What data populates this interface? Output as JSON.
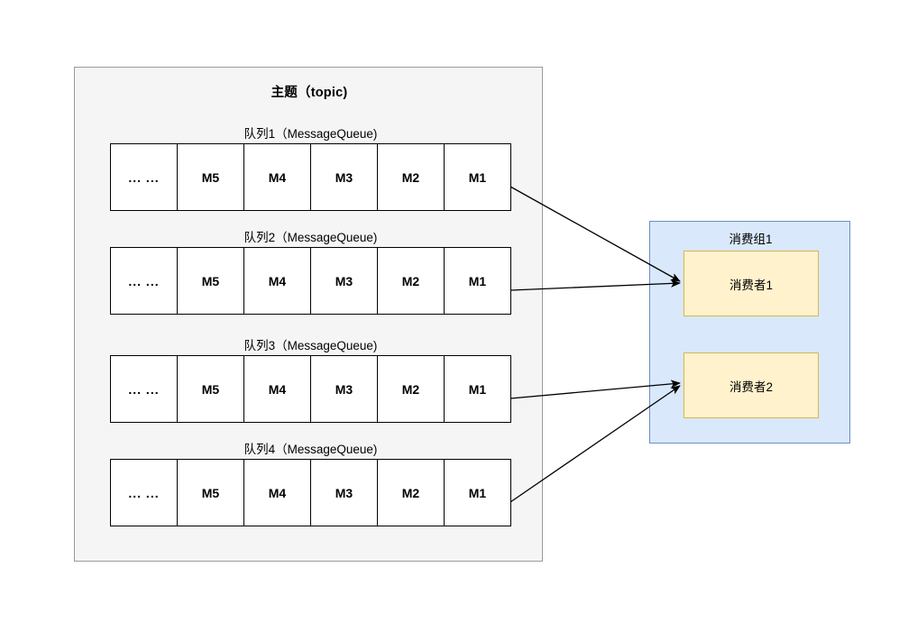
{
  "diagram": {
    "topic": {
      "title": "主题（topic)",
      "queues": [
        {
          "label": "队列1（MessageQueue)",
          "cells": [
            "... ...",
            "M5",
            "M4",
            "M3",
            "M2",
            "M1"
          ]
        },
        {
          "label": "队列2（MessageQueue)",
          "cells": [
            "... ...",
            "M5",
            "M4",
            "M3",
            "M2",
            "M1"
          ]
        },
        {
          "label": "队列3（MessageQueue)",
          "cells": [
            "... ...",
            "M5",
            "M4",
            "M3",
            "M2",
            "M1"
          ]
        },
        {
          "label": "队列4（MessageQueue)",
          "cells": [
            "... ...",
            "M5",
            "M4",
            "M3",
            "M2",
            "M1"
          ]
        }
      ]
    },
    "consumer_group": {
      "title": "消费组1",
      "consumers": [
        {
          "label": "消费者1"
        },
        {
          "label": "消费者2"
        }
      ]
    },
    "connections": [
      {
        "from": "队列1",
        "to": "消费者1"
      },
      {
        "from": "队列2",
        "to": "消费者1"
      },
      {
        "from": "队列3",
        "to": "消费者2"
      },
      {
        "from": "队列4",
        "to": "消费者2"
      }
    ],
    "colors": {
      "topic_fill": "#f5f5f5",
      "topic_border": "#9a9a9a",
      "cell_fill": "#ffffff",
      "cell_border": "#000000",
      "group_fill": "#dae8fc",
      "group_border": "#6c8ebf",
      "consumer_fill": "#fff2cc",
      "consumer_border": "#d6b656",
      "arrow": "#000000",
      "background": "#ffffff"
    }
  }
}
